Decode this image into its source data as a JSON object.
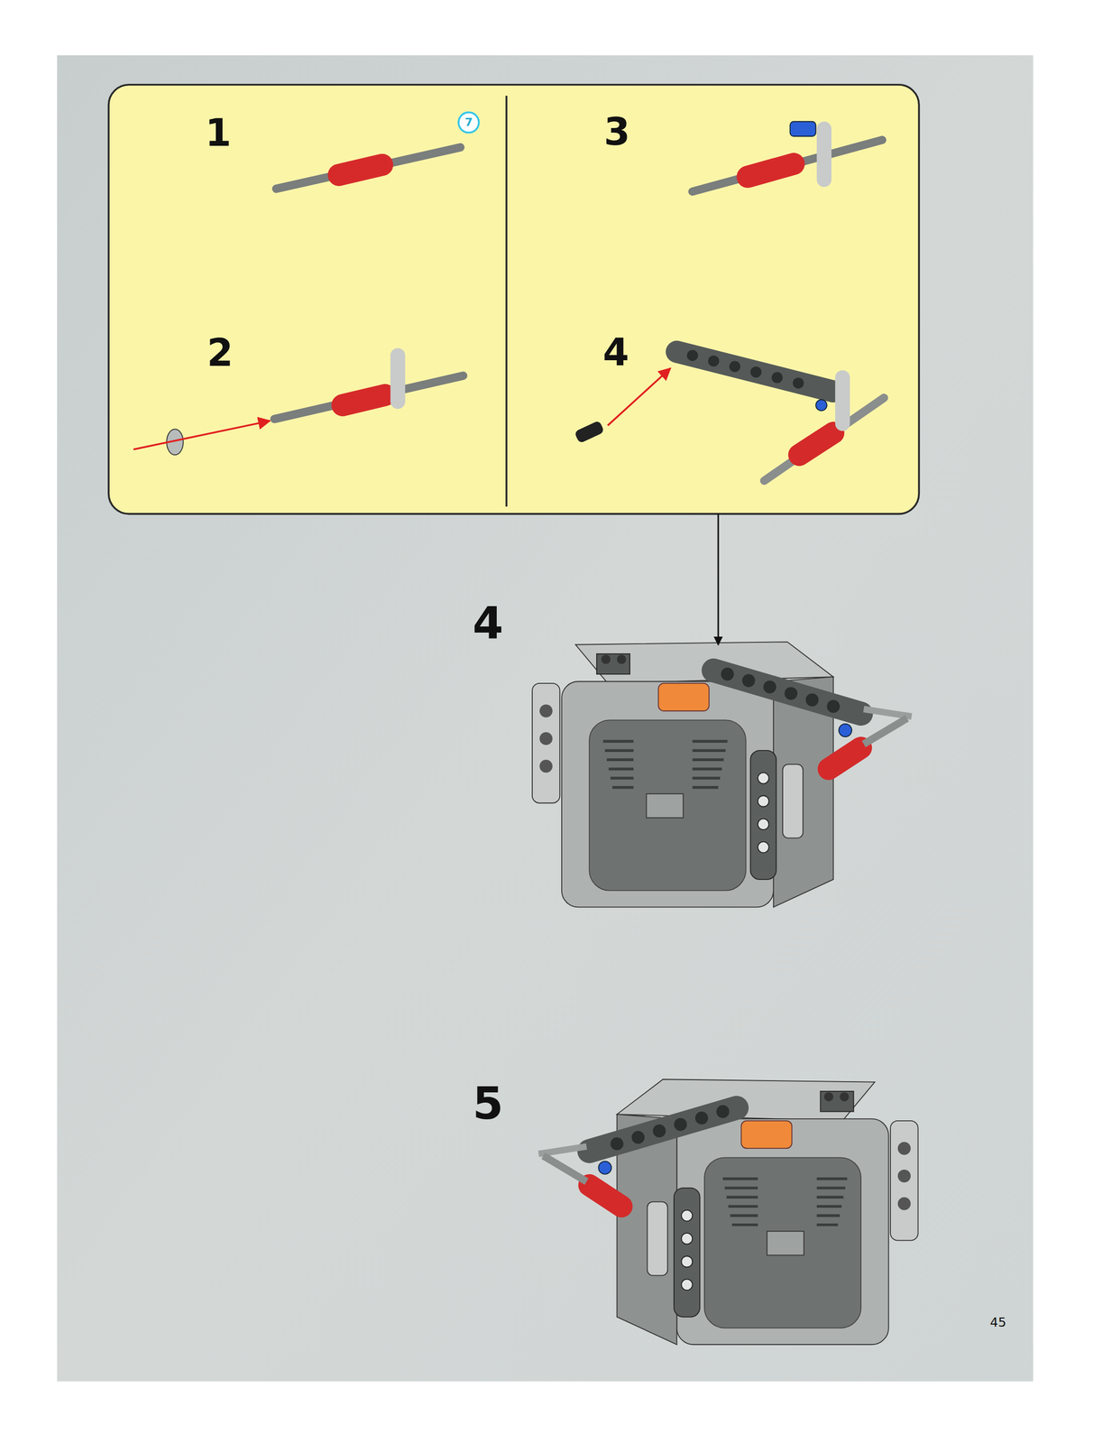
{
  "diagram": {
    "nodes": [
      {
        "text": [
          "1",
          "7",
          "2",
          "3",
          "4"
        ]
      },
      {
        "text": [
          "4"
        ]
      }
    ],
    "edges": [
      {
        "from": 0,
        "to": 1,
        "arrow": "to"
      }
    ],
    "labels": [
      "5",
      "45"
    ]
  }
}
